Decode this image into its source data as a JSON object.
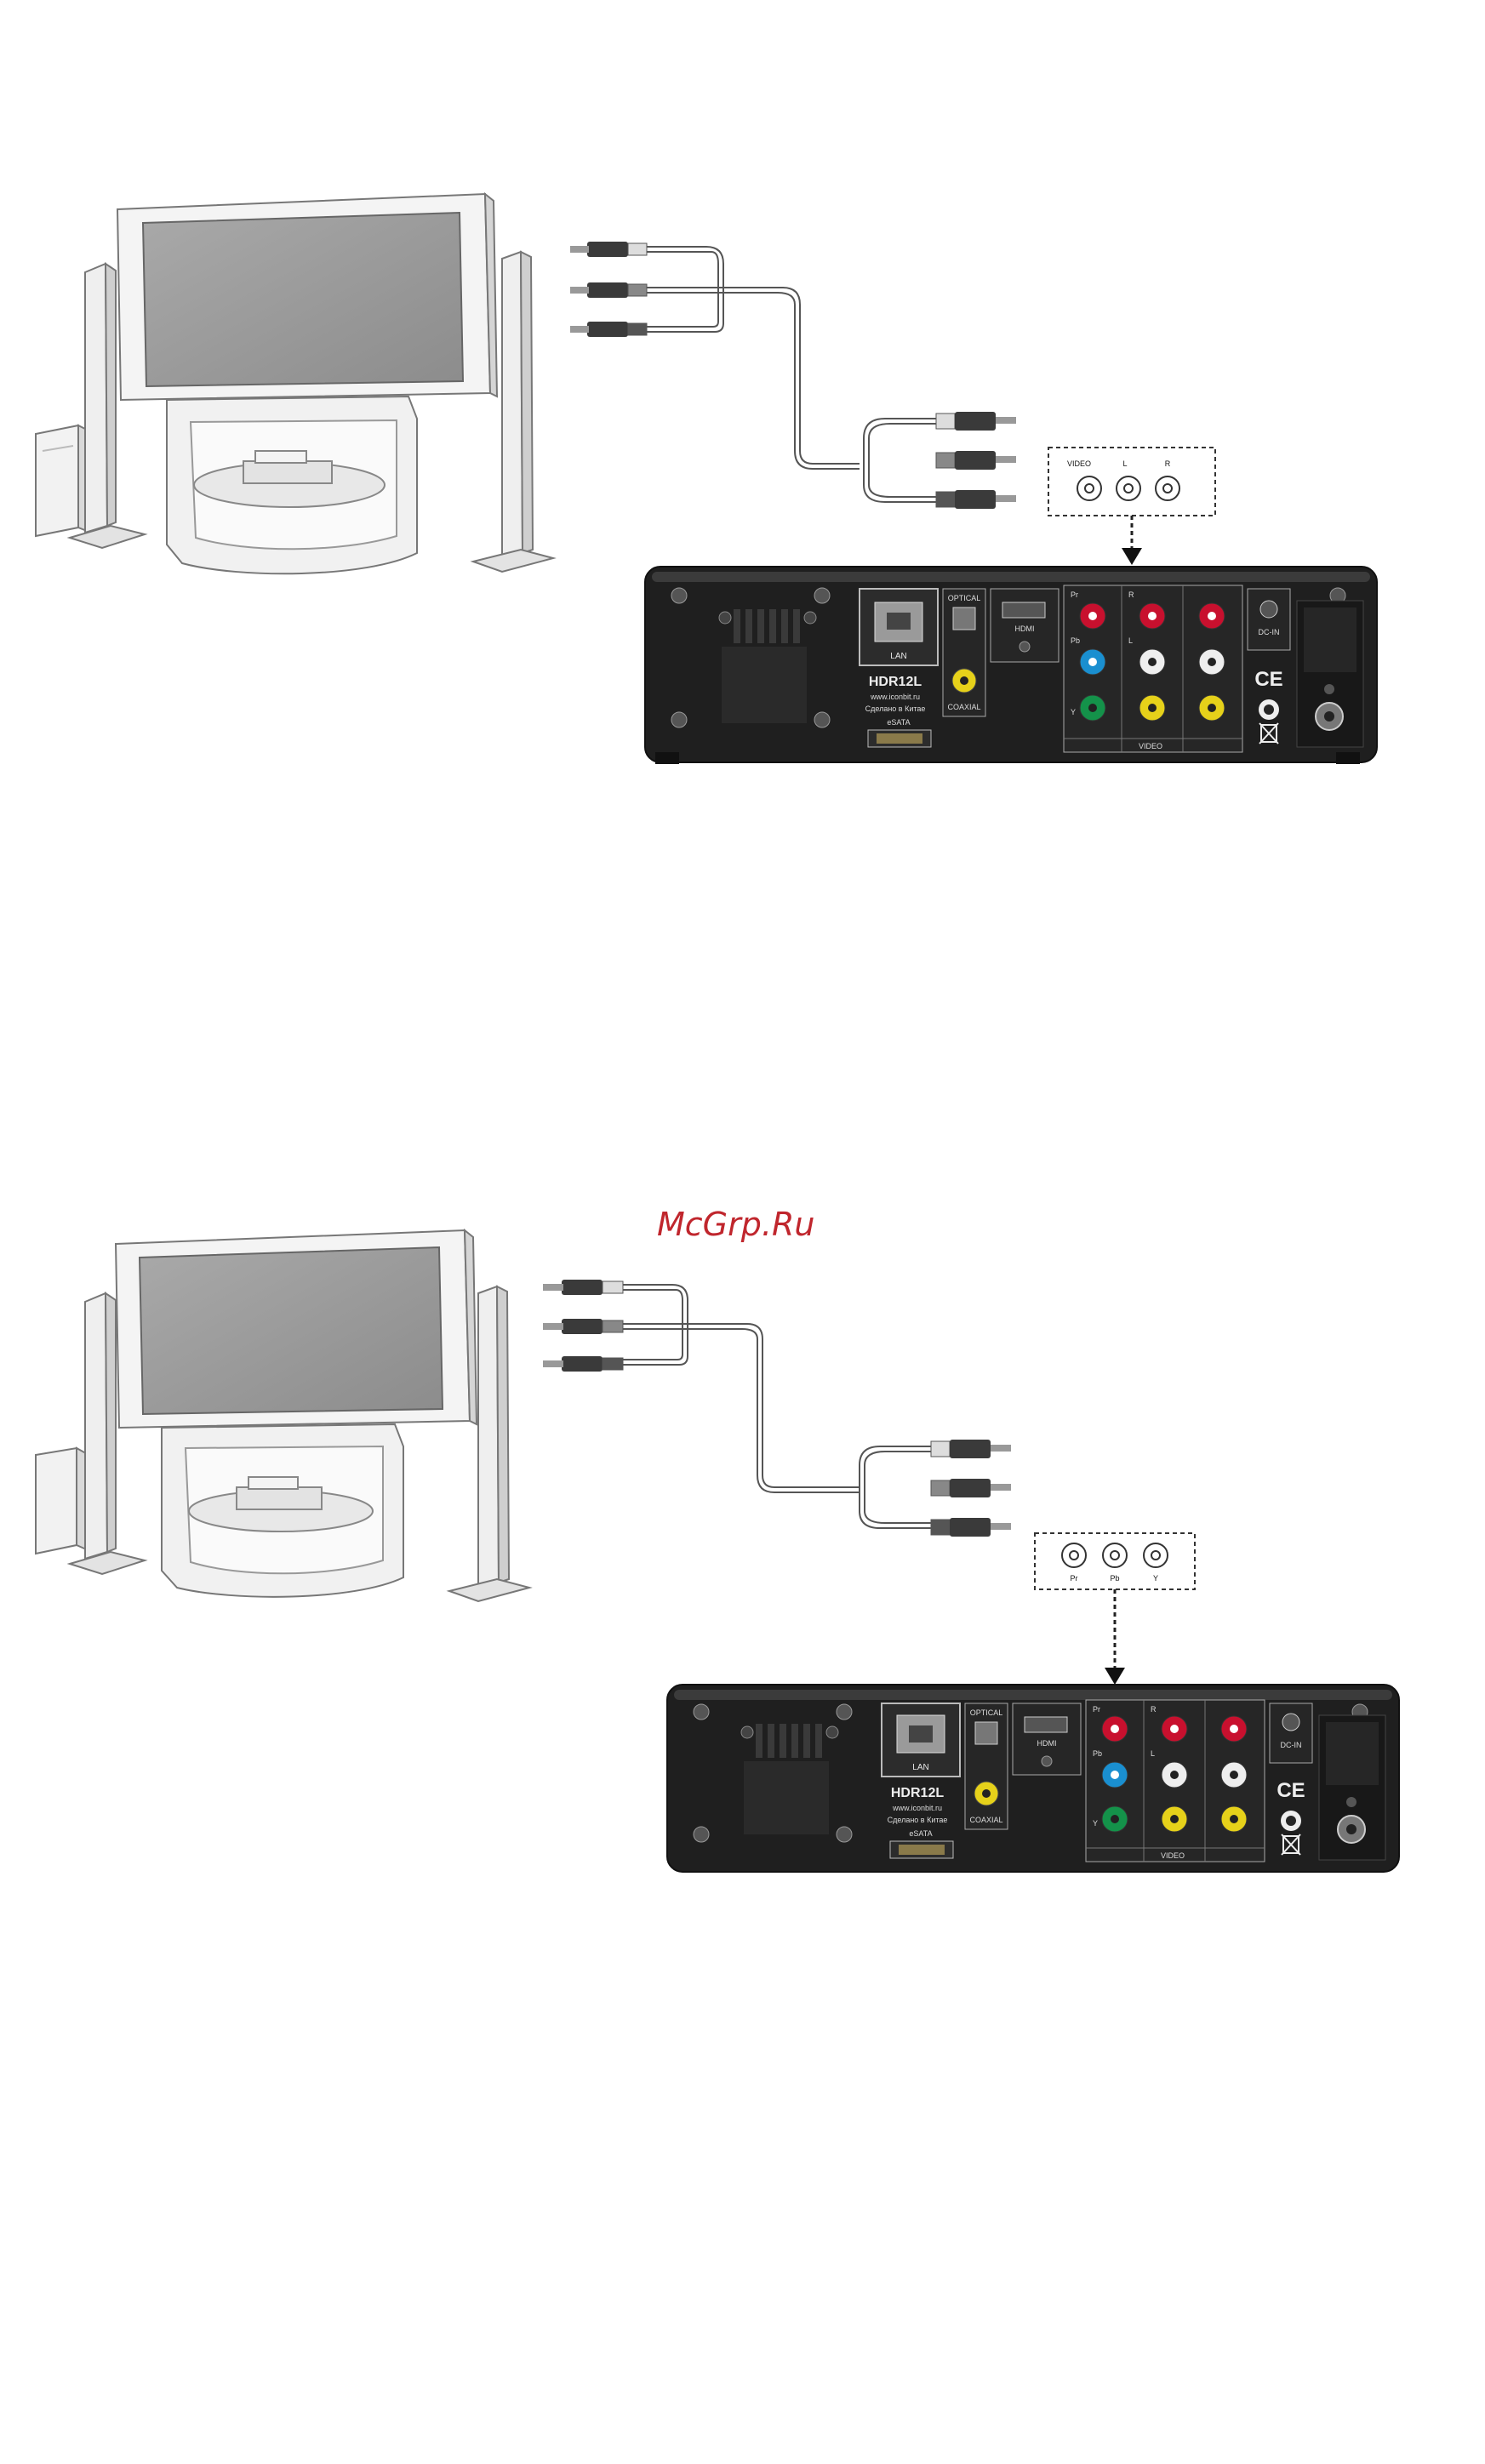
{
  "watermark": "McGrp.Ru",
  "diagram1": {
    "panel_labels": [
      "VIDEO",
      "L",
      "R"
    ],
    "device": {
      "ports": {
        "lan": "LAN",
        "optical": "OPTICAL",
        "hdmi": "HDMI",
        "coaxial": "COAXIAL",
        "esata": "eSATA",
        "dcin": "DC-IN",
        "video": "VIDEO",
        "pr": "Pr",
        "pb": "Pb",
        "y": "Y",
        "r": "R",
        "l": "L"
      },
      "model": "HDR12L",
      "site": "www.iconbit.ru",
      "made": "Сделано в Китае",
      "ce": "CE"
    }
  },
  "diagram2": {
    "panel_labels": [
      "Pr",
      "Pb",
      "Y"
    ],
    "device": {
      "ports": {
        "lan": "LAN",
        "optical": "OPTICAL",
        "hdmi": "HDMI",
        "coaxial": "COAXIAL",
        "esata": "eSATA",
        "dcin": "DC-IN",
        "video": "VIDEO",
        "pr": "Pr",
        "pb": "Pb",
        "y": "Y",
        "r": "R",
        "l": "L"
      },
      "model": "HDR12L",
      "site": "www.iconbit.ru",
      "made": "Сделано в Китае",
      "ce": "CE"
    }
  }
}
